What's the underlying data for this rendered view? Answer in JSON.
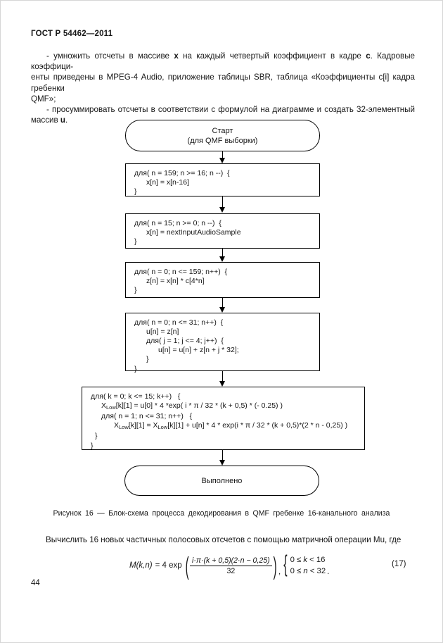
{
  "doc": {
    "header": "ГОСТ Р 54462—2011",
    "page_number": "44"
  },
  "intro": {
    "p1_seg1": "- умножить отсчеты в массиве ",
    "p1_bold1": "x",
    "p1_seg2": " на каждый четвертый коэффициент в кадре ",
    "p1_bold2": "c",
    "p1_seg3": ". Кадровые коэффици-",
    "p1_line2": "енты приведены в MPEG-4 Audio, приложение таблицы SBR, таблица «Коэффициенты c[i] кадра гребенки",
    "p1_line3": "QMF»;",
    "p2_seg1": "- просуммировать отсчеты в соответствии с формулой на диаграмме и создать 32-элементный",
    "p2_seg2": "массив ",
    "p2_bold": "u",
    "p2_seg3": "."
  },
  "flowchart": {
    "start_line1": "Старт",
    "start_line2": "(для QMF выборки)",
    "box1": [
      "для( n = 159; n >= 16; n --)  {",
      "x[n] = x[n-16]",
      "}"
    ],
    "box2": [
      "для( n = 15; n >= 0; n --)  {",
      "x[n] = nextInputAudioSample",
      "}"
    ],
    "box3": [
      "для( n = 0; n <= 159; n++)  {",
      "z[n] = x[n] * c[4*n]",
      "}"
    ],
    "box4": [
      "для( n = 0; n <= 31; n++)  {",
      "u[n] = z[n]",
      "для( j = 1; j <= 4; j++)  {",
      "u[n] = u[n] + z[n + j * 32];",
      "}",
      "}"
    ],
    "box5": {
      "l1": "для( k = 0; k <= 15; k++)   {",
      "l2_x": "X",
      "l2_sub": "Low",
      "l2_rest": "[k][1] = u[0] * 4 *exp( i * π / 32 * (k + 0,5) * (- 0.25) )",
      "l3": "для( n = 1; n <= 31; n++)   {",
      "l4_a": "X",
      "l4_sub1": "Low",
      "l4_b": "[k][1] = X",
      "l4_sub2": "Low",
      "l4_c": "[k][1] + u[n] * 4 * exp(i * π / 32 * (k + 0,5)*(2 * n - 0,25) )",
      "l5": "}",
      "l6": "}"
    },
    "end_label": "Выполнено"
  },
  "caption": "Рисунок 16 — Блок-схема процесса декодирования в QMF гребенке 16-канального анализа",
  "text2": "Вычислить 16 новых частичных полосовых отсчетов с помощью матричной операции Mu, где",
  "formula": {
    "lhs": "M(k,n)",
    "eq": "= 4 exp",
    "open_paren": "(",
    "close_paren": ")",
    "numerator": "i·π·(k + 0,5)(2·n − 0,25)",
    "denominator": "32",
    "comma": ",",
    "open_brace": "{",
    "cond1_pre": "0 ≤ ",
    "cond1_var": "k",
    "cond1_post": " < 16",
    "cond2_pre": "0 ≤ ",
    "cond2_var": "n",
    "cond2_post": " < 32",
    "period": ".",
    "number": "(17)"
  }
}
